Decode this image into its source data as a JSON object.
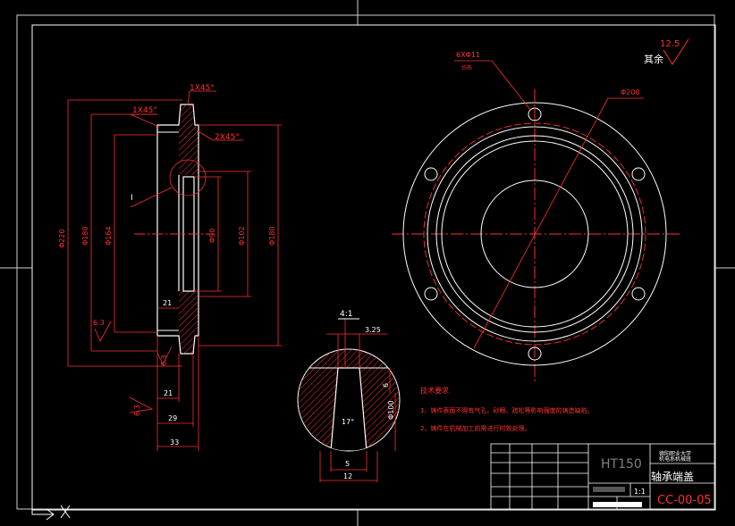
{
  "drawing": {
    "material": "HT150",
    "part_name": "轴承端盖",
    "drawing_number": "CC-00-05",
    "scale": "1:1",
    "school_line1": "德阳职业大学",
    "school_line2": "机电系机械班",
    "surface_other_label": "其余",
    "surface_roughness_value": "12.5"
  },
  "tech_requirements": {
    "title": "技术要求",
    "items": [
      "1、铸件表面不得有气孔、砂眼、疏松等影响强度的铸造缺陷。",
      "2、铸件在机械加工前需进行时效处理。"
    ]
  },
  "dims_section": {
    "chamfer_1x45_top": "1X45°",
    "chamfer_1x45_inner": "1X45°",
    "chamfer_2x45": "2X45°",
    "d220": "Φ220",
    "d180_left": "Φ180",
    "d164": "Φ164",
    "d90": "Φ90",
    "d102": "Φ102",
    "d180_right": "Φ180",
    "w21_inner": "21",
    "w21": "21",
    "w29": "29",
    "w33": "33",
    "roughness_a": "6.3",
    "roughness_b": "6.3",
    "roughness_c": "6.3",
    "detail_marker": "I"
  },
  "dims_detail": {
    "scale": "4:1",
    "d325": "3.25",
    "d6": "6",
    "d100": "Φ100",
    "angle": "17°",
    "w5": "5",
    "w12": "12"
  },
  "dims_plan": {
    "holes": "6XΦ11",
    "holes_note": "均布",
    "pcd": "Φ200"
  }
}
